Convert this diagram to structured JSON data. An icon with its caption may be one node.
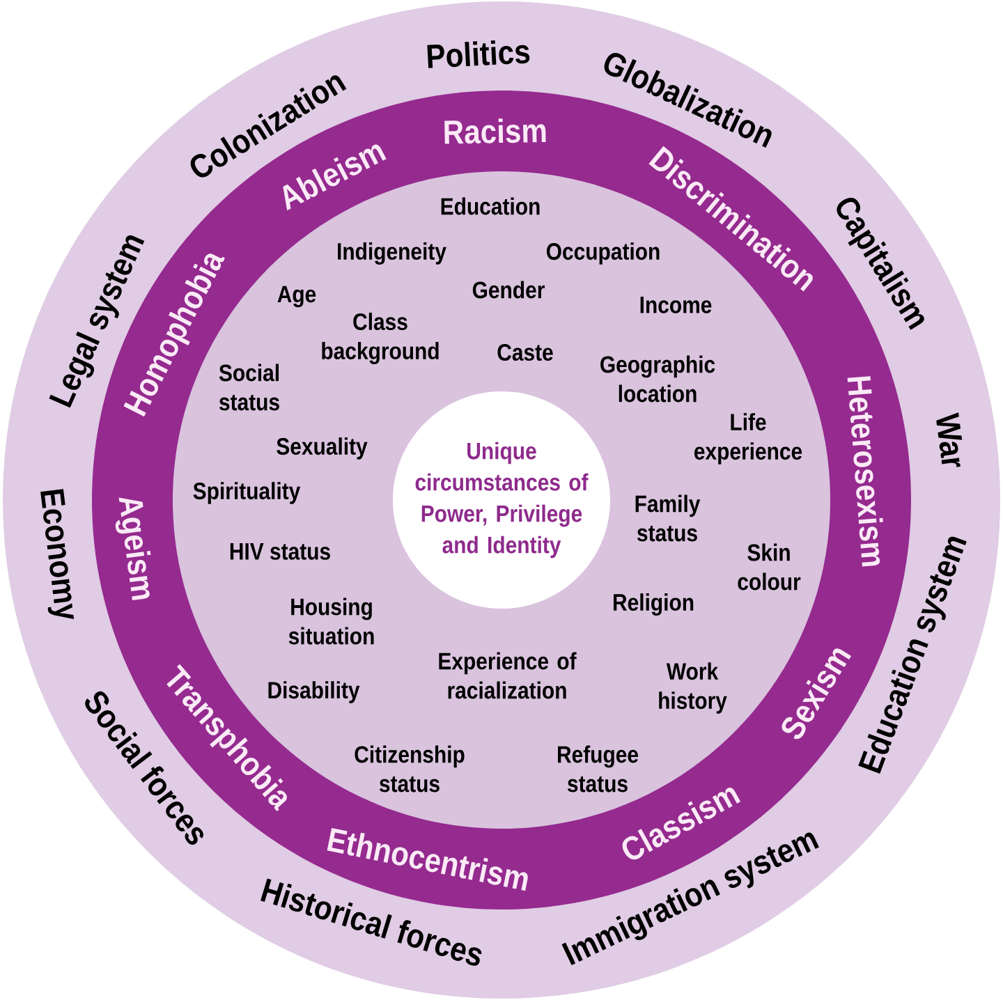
{
  "diagram": {
    "nodes": [
      {
        "text": [
          "Colonization",
          "Politics",
          "Globalization",
          "Capitalism",
          "War",
          "Education system",
          "Immigration system",
          "Historical forces",
          "Social forces",
          "Economy",
          "Legal system"
        ]
      },
      {
        "text": [
          "Ableism",
          "Racism",
          "Discrimination",
          "Heterosexism",
          "Sexism",
          "Classism",
          "Ethnocentrism",
          "Transphobia",
          "Ageism",
          "Homophobia"
        ],
        "in": 0
      },
      {
        "text": [
          "Education",
          "Indigeneity",
          "Occupation",
          "Age",
          "Gender",
          "Income",
          "Class background",
          "Caste",
          "Social status",
          "Geographic location",
          "Sexuality",
          "Life experience",
          "Spirituality",
          "Family status",
          "HIV status",
          "Skin colour",
          "Housing situation",
          "Religion",
          "Disability",
          "Experience of racialization",
          "Work history",
          "Citizenship status",
          "Refugee status"
        ],
        "in": 1
      },
      {
        "text": [
          "Unique circumstances of Power, Privilege and Identity"
        ],
        "in": 2
      }
    ]
  }
}
